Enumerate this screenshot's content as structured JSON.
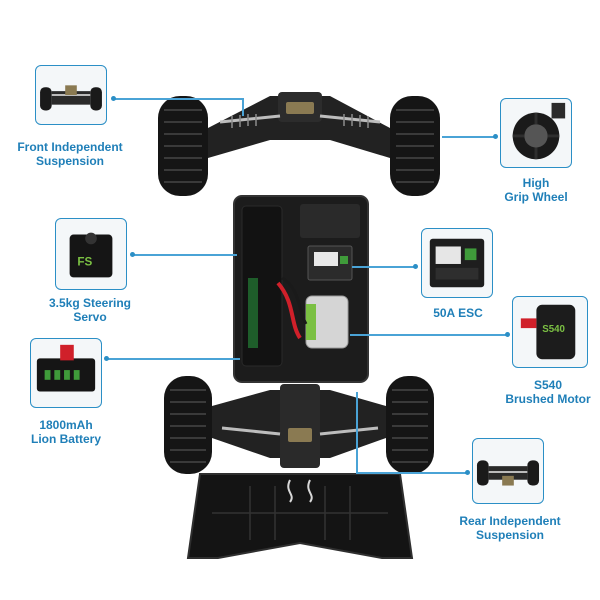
{
  "features": {
    "front_suspension": {
      "label_line1": "Front Independent",
      "label_line2": "Suspension"
    },
    "wheel": {
      "label_line1": "High",
      "label_line2": "Grip Wheel"
    },
    "servo": {
      "label_line1": "3.5kg Steering",
      "label_line2": "Servo",
      "printed": "FS"
    },
    "esc": {
      "label": "50A ESC"
    },
    "motor": {
      "label_line1": "S540",
      "label_line2": "Brushed Motor",
      "printed": "S540"
    },
    "battery": {
      "label_line1": "1800mAh",
      "label_line2": "Lion Battery"
    },
    "rear_suspension": {
      "label_line1": "Rear Independent",
      "label_line2": "Suspension"
    }
  },
  "colors": {
    "accent": "#2b8fc6",
    "chassis": "#1c1c1c",
    "wire_red": "#d0202a",
    "motor_green": "#7bc043"
  }
}
